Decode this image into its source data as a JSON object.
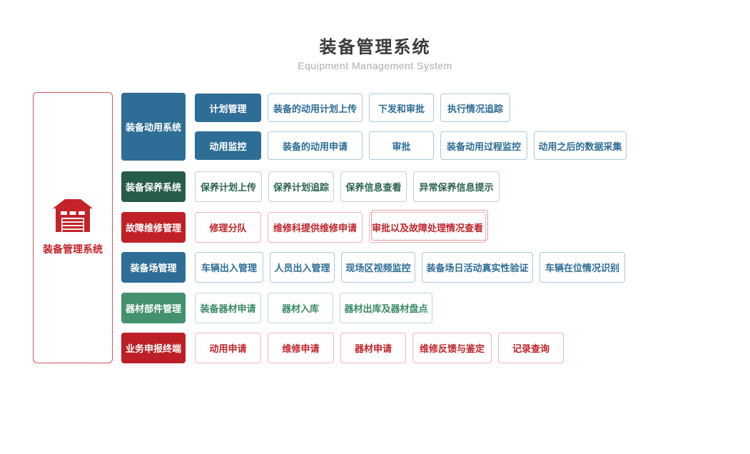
{
  "header": {
    "title": "装备管理系统",
    "subtitle": "Equipment Management System"
  },
  "sidebar": {
    "label": "装备管理系统",
    "icon": "garage-icon"
  },
  "colors": {
    "brand_red": "#c3242a",
    "solid_blue": "#2e6d96",
    "dark_green": "#265c4a",
    "sea_green": "#43916d",
    "red": "#bf2127",
    "dark_red": "#bc2026",
    "title_text": "#3a3a3a",
    "subtitle_text": "#acacac",
    "outline_blue_border": "#abc9dd",
    "outline_green_border": "#bbd5ca",
    "outline_red_border": "#f0b4b6"
  },
  "systems": [
    {
      "name": "装备动用系统",
      "theme": "blue",
      "modules": [
        {
          "name": "计划管理",
          "items": [
            "装备的动用计划上传",
            "下发和审批",
            "执行情况追踪"
          ]
        },
        {
          "name": "动用监控",
          "items": [
            "装备的动用申请",
            "审批",
            "装备动用过程监控",
            "动用之后的数据采集"
          ]
        }
      ]
    },
    {
      "name": "装备保养系统",
      "theme": "dark-green",
      "items": [
        "保养计划上传",
        "保养计划追踪",
        "保养信息查看",
        "异常保养信息提示"
      ]
    },
    {
      "name": "故障维修管理",
      "theme": "red",
      "items": [
        "修理分队",
        "维修科提供维修申请",
        "审批以及故障处理情况查看"
      ]
    },
    {
      "name": "装备场管理",
      "theme": "blue",
      "items": [
        "车辆出入管理",
        "人员出入管理",
        "现场区视频监控",
        "装备场日活动真实性验证",
        "车辆在位情况识别"
      ]
    },
    {
      "name": "器材部件管理",
      "theme": "sea-green",
      "items": [
        "装备器材申请",
        "器材入库",
        "器材出库及器材盘点"
      ]
    },
    {
      "name": "业务申报终端",
      "theme": "dark-red",
      "items": [
        "动用申请",
        "维修申请",
        "器材申请",
        "维修反馈与鉴定",
        "记录查询"
      ]
    }
  ]
}
